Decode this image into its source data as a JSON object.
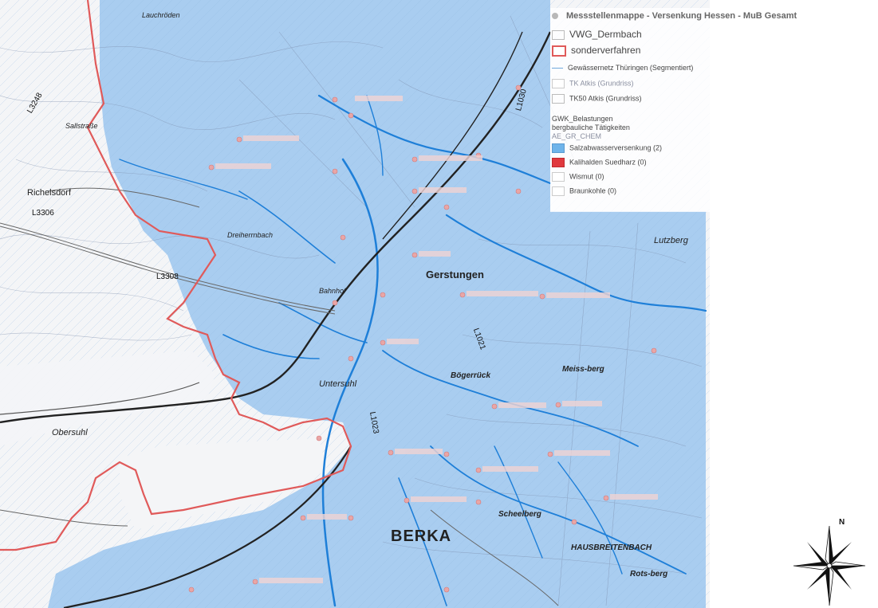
{
  "legend": {
    "title": "Messstellenmappe - Versenkung Hessen - MuB Gesamt",
    "items": [
      {
        "label": "VWG_Dermbach",
        "swatch": "outline-grey"
      },
      {
        "label": "sonderverfahren",
        "swatch": "outline-red"
      },
      {
        "label": "Gewässernetz Thüringen (Segmentiert)",
        "swatch": "line-blue"
      },
      {
        "label": "TK Atkis (Grundriss)",
        "swatch": "faint"
      },
      {
        "label": "TK50 Atkis (Grundriss)",
        "swatch": "outline-grey"
      },
      {
        "label": "GWK_Belastungen",
        "swatch": "none"
      },
      {
        "label": "bergbauliche Tätigkeiten",
        "swatch": "none"
      },
      {
        "label": "AE_GR_CHEM",
        "swatch": "faint"
      },
      {
        "label": "Salzabwasserversenkung (2)",
        "swatch": "fill-blue"
      },
      {
        "label": "Kalihalden Suedharz (0)",
        "swatch": "fill-red"
      },
      {
        "label": "Wismut (0)",
        "swatch": "fill-white"
      },
      {
        "label": "Braunkohle (0)",
        "swatch": "fill-white"
      }
    ]
  },
  "places": {
    "gerstungen": "Gerstungen",
    "berka": "BERKA",
    "richelsdorf": "Richelsdorf",
    "untersuhl": "Untersuhl",
    "obersuhl": "Obersuhl",
    "lutzberg": "Lutzberg",
    "boegerrueck": "Bögerrück",
    "meissberg": "Meiss-berg",
    "scheelberg": "Scheelberg",
    "hausbreitenbach": "HAUSBREITENBACH",
    "rotsberg": "Rots-berg",
    "lauchroeden": "Lauchröden",
    "bahnhof": "Bahnhof",
    "sallstraße": "Sallstraße",
    "dreiherrnbach": "Dreiherrnbach"
  },
  "roads": {
    "l3248": "L3248",
    "l3306": "L3306",
    "l3308": "L3308",
    "l1021": "L1021",
    "l1023": "L1023",
    "l1030": "L1030"
  },
  "colors": {
    "salt_zone": "#a9cdf0",
    "river": "#1e7fd8",
    "border": "#e05a5a",
    "rail": "#222222"
  },
  "compass": {
    "north_label": "N"
  }
}
